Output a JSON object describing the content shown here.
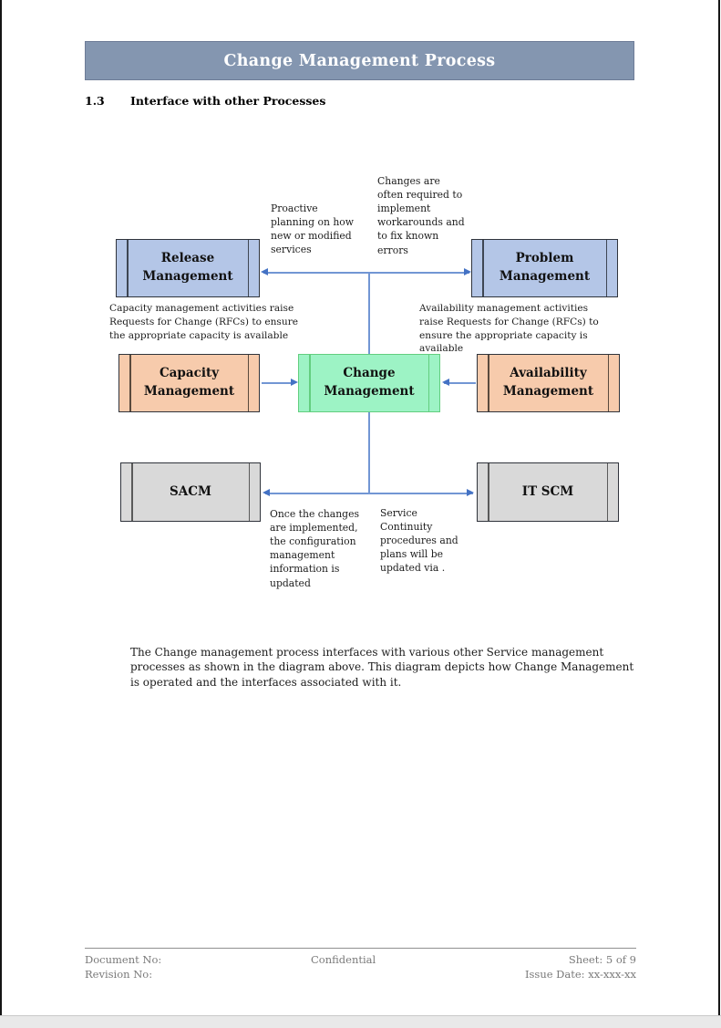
{
  "page": {
    "banner_title": "Change Management Process",
    "section": {
      "number": "1.3",
      "title": "Interface with other Processes"
    },
    "paragraph": "The Change management process interfaces with various other Service management processes as shown in the diagram above. This diagram depicts how Change Management is operated and the interfaces associated with it."
  },
  "diagram": {
    "nodes": {
      "release": {
        "label": "Release Management",
        "fill": "#b4c6e7"
      },
      "problem": {
        "label": "Problem Management",
        "fill": "#b4c6e7"
      },
      "capacity": {
        "label": "Capacity Management",
        "fill": "#f7cbac"
      },
      "change": {
        "label": "Change Management",
        "fill": "#9df3c5"
      },
      "availability": {
        "label": "Availability Management",
        "fill": "#f7cbac"
      },
      "sacm": {
        "label": "SACM",
        "fill": "#d9d9d9"
      },
      "itscm": {
        "label": "IT SCM",
        "fill": "#d9d9d9"
      }
    },
    "annotations": {
      "proactive": "Proactive planning on how new or modified services",
      "changes_required": "Changes are often required to implement workarounds and to fix known errors",
      "capacity_rfc": "Capacity management activities raise Requests for Change (RFCs) to ensure the appropriate capacity is available",
      "availability_rfc": "Availability management activities raise Requests for Change (RFCs) to ensure the appropriate capacity is available",
      "config_updated": "Once the changes are implemented, the configuration management information is updated",
      "service_continuity": "Service Continuity procedures and plans will be updated via ."
    },
    "arrow_color": "#4472c4",
    "line_color": "#7296d4"
  },
  "footer": {
    "document_no": "Document No:",
    "revision_no": "Revision No:",
    "confidential": "Confidential",
    "sheet": "Sheet: 5 of 9",
    "issue_date": "Issue Date: xx-xxx-xx"
  }
}
